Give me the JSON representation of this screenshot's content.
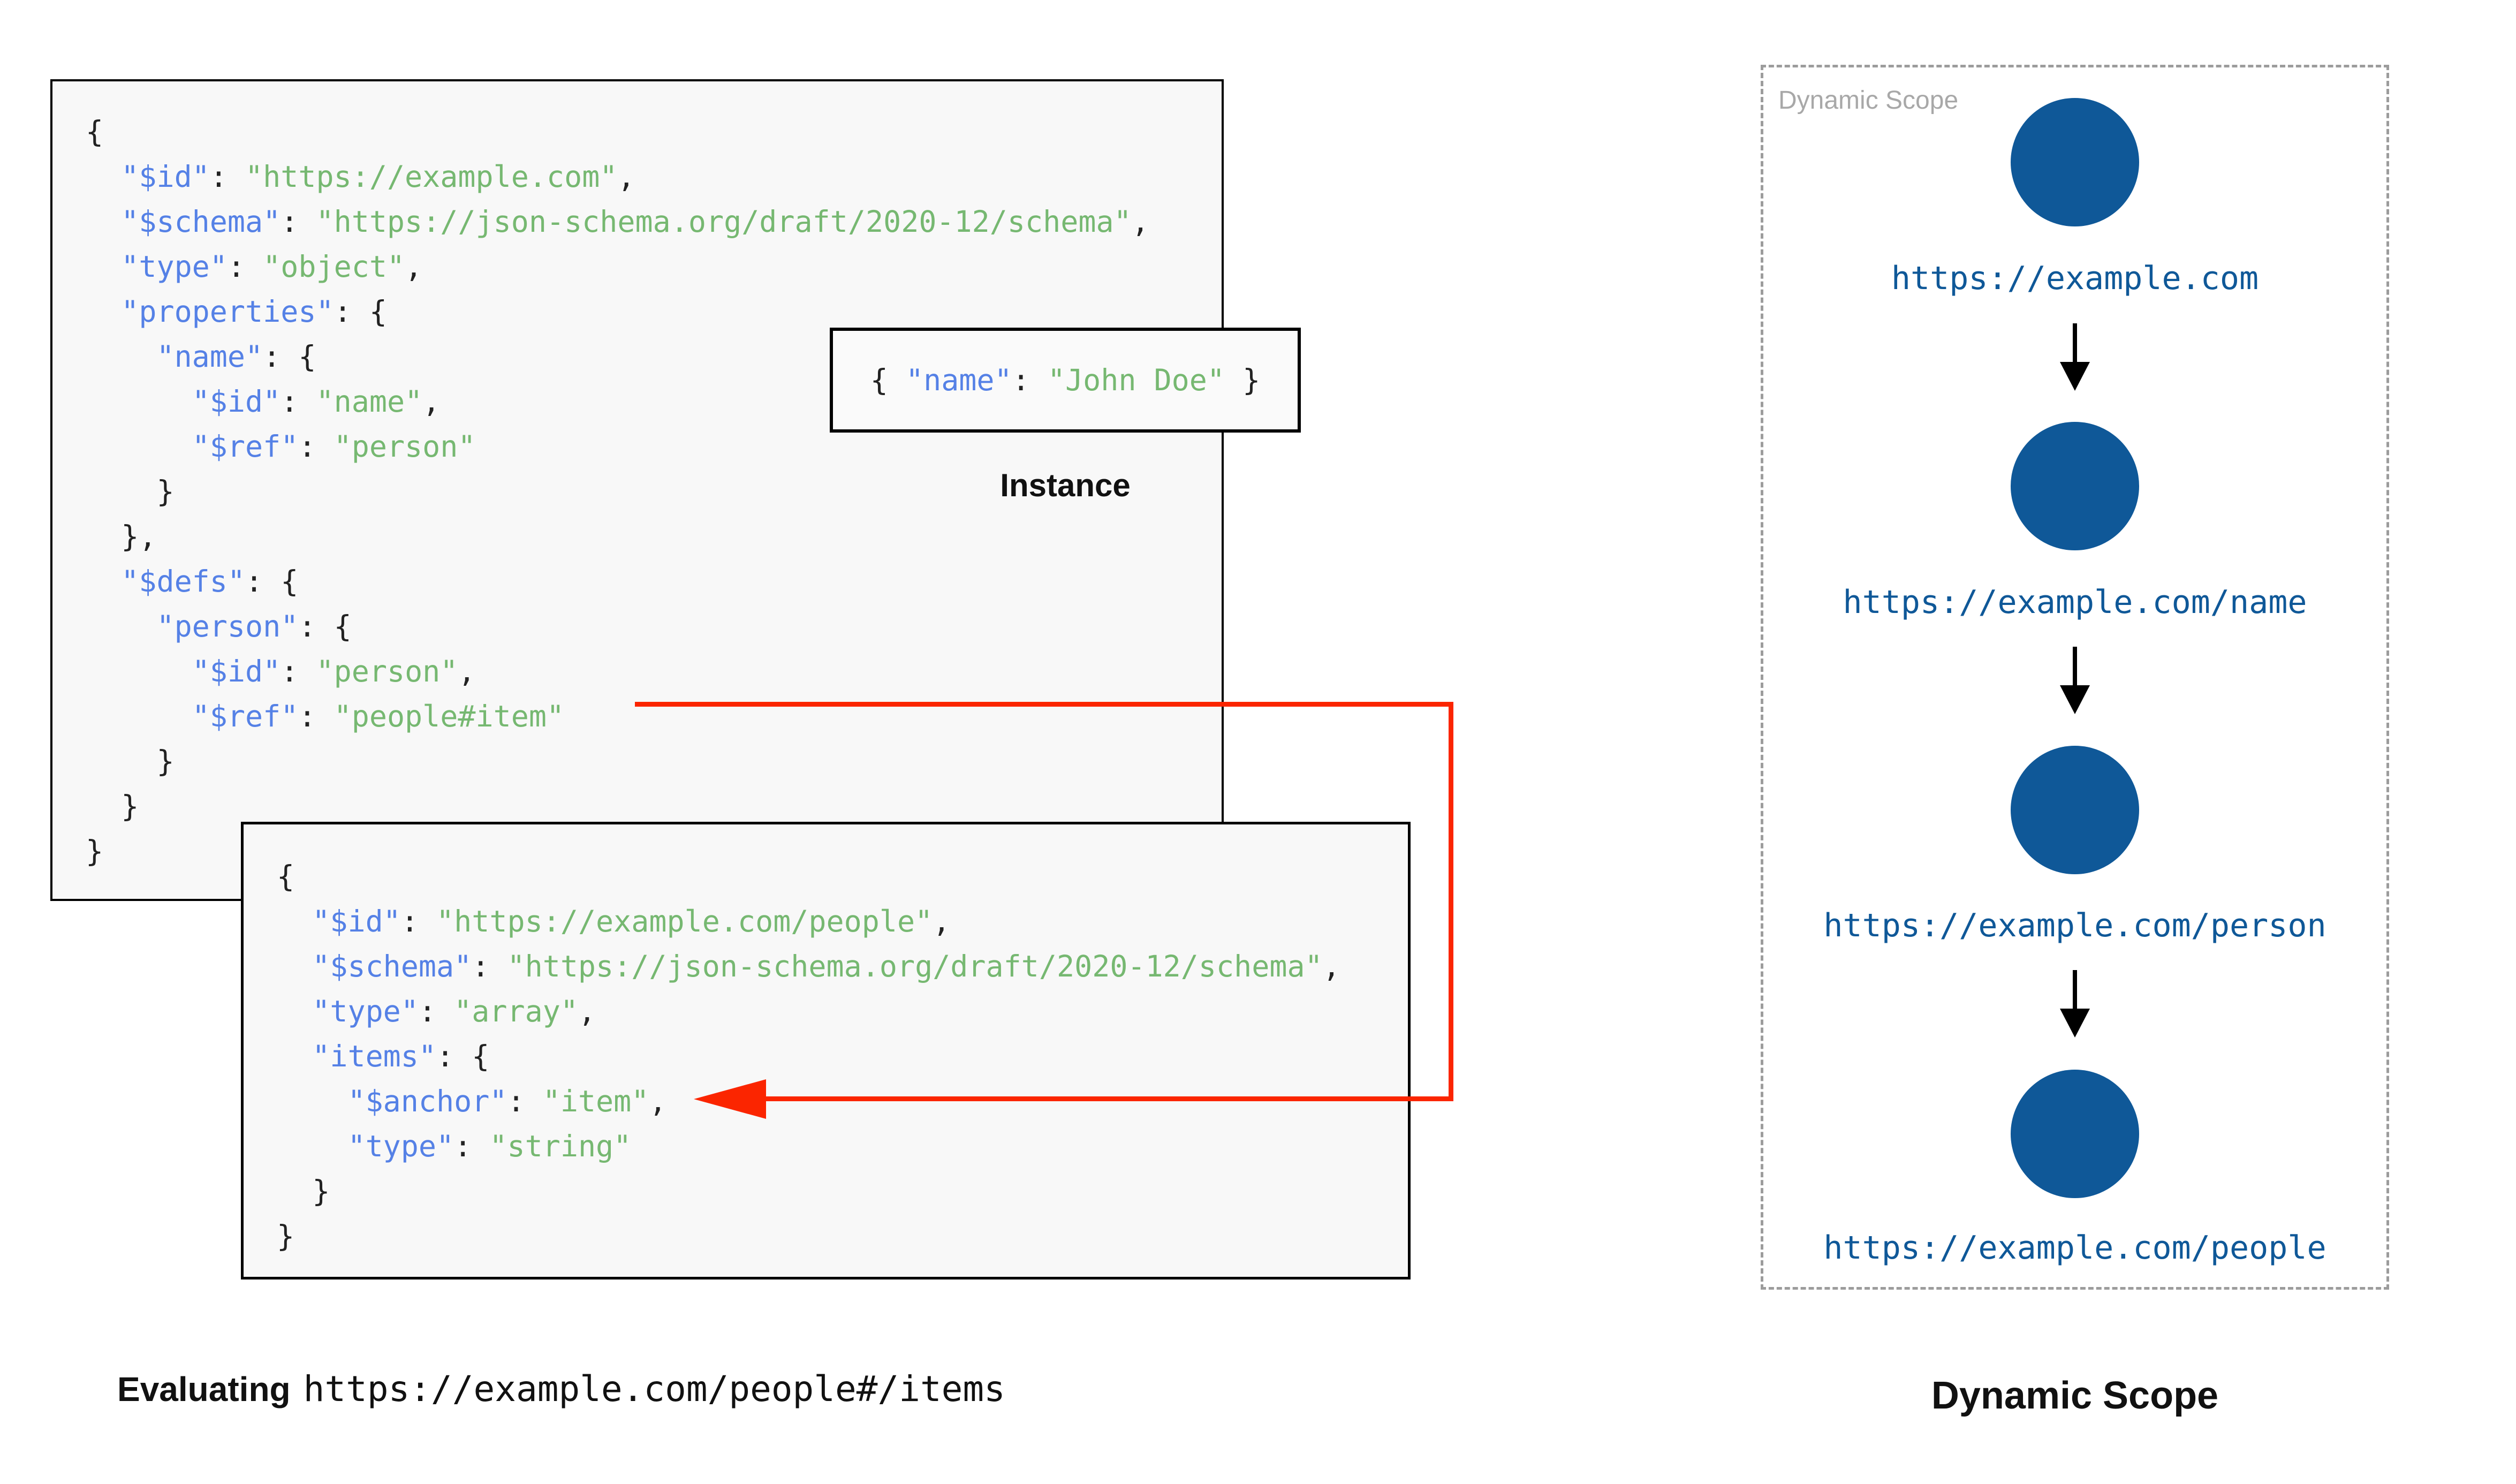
{
  "colors": {
    "key": "#5581e6",
    "string": "#76b871",
    "punctuation": "#222222",
    "node_blue": "#0f5898",
    "scope_url": "#0f5898",
    "red_arrow": "#fb2500",
    "box_background": "#f8f8f8",
    "box_border": "#000000",
    "panel_label_gray": "#a8a8a8",
    "dash_gray": "#9c9c9c"
  },
  "root_schema_box": {
    "code": [
      [
        [
          "p",
          "{"
        ]
      ],
      [
        [
          "p",
          "  "
        ],
        [
          "k",
          "\"$id\""
        ],
        [
          "p",
          ": "
        ],
        [
          "s",
          "\"https://example.com\""
        ],
        [
          "p",
          ","
        ]
      ],
      [
        [
          "p",
          "  "
        ],
        [
          "k",
          "\"$schema\""
        ],
        [
          "p",
          ": "
        ],
        [
          "s",
          "\"https://json-schema.org/draft/2020-12/schema\""
        ],
        [
          "p",
          ","
        ]
      ],
      [
        [
          "p",
          "  "
        ],
        [
          "k",
          "\"type\""
        ],
        [
          "p",
          ": "
        ],
        [
          "s",
          "\"object\""
        ],
        [
          "p",
          ","
        ]
      ],
      [
        [
          "p",
          "  "
        ],
        [
          "k",
          "\"properties\""
        ],
        [
          "p",
          ": {"
        ]
      ],
      [
        [
          "p",
          "    "
        ],
        [
          "k",
          "\"name\""
        ],
        [
          "p",
          ": {"
        ]
      ],
      [
        [
          "p",
          "      "
        ],
        [
          "k",
          "\"$id\""
        ],
        [
          "p",
          ": "
        ],
        [
          "s",
          "\"name\""
        ],
        [
          "p",
          ","
        ]
      ],
      [
        [
          "p",
          "      "
        ],
        [
          "k",
          "\"$ref\""
        ],
        [
          "p",
          ": "
        ],
        [
          "s",
          "\"person\""
        ]
      ],
      [
        [
          "p",
          "    }"
        ]
      ],
      [
        [
          "p",
          "  },"
        ]
      ],
      [
        [
          "p",
          "  "
        ],
        [
          "k",
          "\"$defs\""
        ],
        [
          "p",
          ": {"
        ]
      ],
      [
        [
          "p",
          "    "
        ],
        [
          "k",
          "\"person\""
        ],
        [
          "p",
          ": {"
        ]
      ],
      [
        [
          "p",
          "      "
        ],
        [
          "k",
          "\"$id\""
        ],
        [
          "p",
          ": "
        ],
        [
          "s",
          "\"person\""
        ],
        [
          "p",
          ","
        ]
      ],
      [
        [
          "p",
          "      "
        ],
        [
          "k",
          "\"$ref\""
        ],
        [
          "p",
          ": "
        ],
        [
          "s",
          "\"people#item\""
        ]
      ],
      [
        [
          "p",
          "    }"
        ]
      ],
      [
        [
          "p",
          "  }"
        ]
      ],
      [
        [
          "p",
          "}"
        ]
      ]
    ]
  },
  "people_schema_box": {
    "code": [
      [
        [
          "p",
          "{"
        ]
      ],
      [
        [
          "p",
          "  "
        ],
        [
          "k",
          "\"$id\""
        ],
        [
          "p",
          ": "
        ],
        [
          "s",
          "\"https://example.com/people\""
        ],
        [
          "p",
          ","
        ]
      ],
      [
        [
          "p",
          "  "
        ],
        [
          "k",
          "\"$schema\""
        ],
        [
          "p",
          ": "
        ],
        [
          "s",
          "\"https://json-schema.org/draft/2020-12/schema\""
        ],
        [
          "p",
          ","
        ]
      ],
      [
        [
          "p",
          "  "
        ],
        [
          "k",
          "\"type\""
        ],
        [
          "p",
          ": "
        ],
        [
          "s",
          "\"array\""
        ],
        [
          "p",
          ","
        ]
      ],
      [
        [
          "p",
          "  "
        ],
        [
          "k",
          "\"items\""
        ],
        [
          "p",
          ": {"
        ]
      ],
      [
        [
          "p",
          "    "
        ],
        [
          "k",
          "\"$anchor\""
        ],
        [
          "p",
          ": "
        ],
        [
          "s",
          "\"item\""
        ],
        [
          "p",
          ","
        ]
      ],
      [
        [
          "p",
          "    "
        ],
        [
          "k",
          "\"type\""
        ],
        [
          "p",
          ": "
        ],
        [
          "s",
          "\"string\""
        ]
      ],
      [
        [
          "p",
          "  }"
        ]
      ],
      [
        [
          "p",
          "}"
        ]
      ]
    ]
  },
  "instance_box": {
    "code": [
      [
        [
          "p",
          "{ "
        ],
        [
          "k",
          "\"name\""
        ],
        [
          "p",
          ": "
        ],
        [
          "s",
          "\"John Doe\""
        ],
        [
          "p",
          " }"
        ]
      ]
    ],
    "caption": "Instance"
  },
  "evaluating_caption": {
    "bold_prefix": "Evaluating",
    "uri": "https://example.com/people#/items"
  },
  "dynamic_scope_panel": {
    "watermark": "Dynamic Scope",
    "caption": "Dynamic Scope",
    "nodes": [
      {
        "label": "https://example.com"
      },
      {
        "label": "https://example.com/name"
      },
      {
        "label": "https://example.com/person"
      },
      {
        "label": "https://example.com/people"
      }
    ]
  }
}
